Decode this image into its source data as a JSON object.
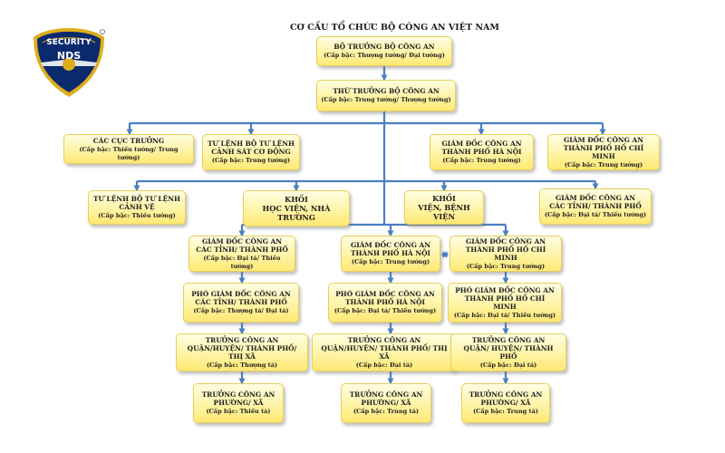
{
  "title": "CƠ CẤU TỔ CHỨC BỘ CÔNG AN VIỆT NAM",
  "logo": {
    "top_text": "SECURITY",
    "main_text": "NDS",
    "colors": {
      "shield": "#0b2a6e",
      "ring": "#e0ad1c",
      "wings": "#dfe6ef"
    }
  },
  "colors": {
    "connector": "#4a7fc1",
    "box_top": "#fffde2",
    "box_bottom": "#ffe873",
    "box_border": "#e6cf5c"
  },
  "boxes": [
    {
      "id": "bo-truong",
      "title": "BỘ TRƯỞNG BỘ CÔNG AN",
      "rank": "(Cấp bậc: Thượng tướng/ Đại tướng)"
    },
    {
      "id": "thu-truong",
      "title": "THỨ TRƯỞNG BỘ CÔNG AN",
      "rank": "(Cấp bậc: Trung tướng/ Thượng tướng)"
    },
    {
      "id": "cac-cuc-truong",
      "title": "CÁC CỤC TRƯỞNG",
      "rank": "(Cấp bậc: Thiếu tướng/ Trung tướng)"
    },
    {
      "id": "tu-lenh-csd",
      "title": "TƯ LỆNH BỘ TƯ LỆNH\nCẢNH SÁT CƠ ĐỘNG",
      "rank": "(Cấp bậc: Trung tướng)"
    },
    {
      "id": "gd-hanoi-top",
      "title": "GIÁM ĐỐC CÔNG AN\nTHÀNH PHỐ HÀ NỘI",
      "rank": "(Cấp bậc: Trung tướng)"
    },
    {
      "id": "gd-hcm-top",
      "title": "GIÁM ĐỐC CÔNG AN\nTHÀNH PHỐ HỒ CHÍ MINH",
      "rank": "(Cấp bậc: Trung tướng)"
    },
    {
      "id": "tu-lenh-canh-ve",
      "title": "TƯ LỆNH BỘ TƯ LỆNH\nCẢNH VỆ",
      "rank": "(Cấp bậc: Thiếu tướng)"
    },
    {
      "id": "khoi-hoc-vien",
      "title": "KHỐI\nHỌC VIỆN, NHÀ TRƯỜNG",
      "rank": ""
    },
    {
      "id": "khoi-vien",
      "title": "KHỐI\nVIỆN, BỆNH VIỆN",
      "rank": ""
    },
    {
      "id": "gd-tinh-top",
      "title": "GIÁM ĐỐC CÔNG AN\nCÁC TỈNH/ THÀNH PHỐ",
      "rank": "(Cấp bậc: Đại tá/ Thiếu tướng)"
    },
    {
      "id": "gd-tinh",
      "title": "GIÁM ĐỐC CÔNG AN\nCÁC TỈNH/ THÀNH PHỐ",
      "rank": "(Cấp bậc: Đại tá/ Thiếu tướng)"
    },
    {
      "id": "pgd-tinh",
      "title": "PHÓ GIÁM ĐỐC CÔNG AN\nCÁC TỈNH/ THÀNH PHỐ",
      "rank": "(Cấp bậc: Thượng tá/ Đại tá)"
    },
    {
      "id": "truong-huyen-tinh",
      "title": "TRƯỞNG CÔNG AN\nQUẬN/HUYỆN/ THÀNH PHỐ/ THỊ XÃ",
      "rank": "(Cấp bậc: Thượng tá)"
    },
    {
      "id": "truong-xa-tinh",
      "title": "TRƯỞNG CÔNG AN\nPHƯỜNG/ XÃ",
      "rank": "(Cấp bậc: Thiếu tá)"
    },
    {
      "id": "gd-hanoi",
      "title": "GIÁM ĐỐC CÔNG AN\nTHÀNH PHỐ HÀ NỘI",
      "rank": "(Cấp bậc: Trung tướng)"
    },
    {
      "id": "pgd-hanoi",
      "title": "PHÓ GIÁM ĐỐC CÔNG AN\nTHÀNH PHỐ HÀ NỘI",
      "rank": "(Cấp bậc: Đại tá/ Thiếu tướng)"
    },
    {
      "id": "truong-huyen-hanoi",
      "title": "TRƯỞNG CÔNG AN\nQUẬN/HUYỆN/ THÀNH PHỐ/ THỊ XÃ",
      "rank": "(Cấp bậc: Đại tá)"
    },
    {
      "id": "truong-xa-hanoi",
      "title": "TRƯỞNG CÔNG AN\nPHƯỜNG/ XÃ",
      "rank": "(Cấp bậc: Trung tá)"
    },
    {
      "id": "gd-hcm",
      "title": "GIÁM ĐỐC CÔNG AN\nTHÀNH PHỐ HỒ CHÍ MINH",
      "rank": "(Cấp bậc: Trung tướng)"
    },
    {
      "id": "pgd-hcm",
      "title": "PHÓ GIÁM ĐỐC CÔNG AN\nTHÀNH PHỐ HỒ CHÍ MINH",
      "rank": "(Cấp bậc: Đại tá/ Thiếu tướng)"
    },
    {
      "id": "truong-huyen-hcm",
      "title": "TRƯỞNG CÔNG AN\nQUẬN/ HUYỆN/ THÀNH PHỐ",
      "rank": "(Cấp bậc: Đại tá)"
    },
    {
      "id": "truong-xa-hcm",
      "title": "TRƯỞNG CÔNG AN\nPHƯỜNG/ XÃ",
      "rank": "(Cấp bậc: Trung tá)"
    }
  ]
}
